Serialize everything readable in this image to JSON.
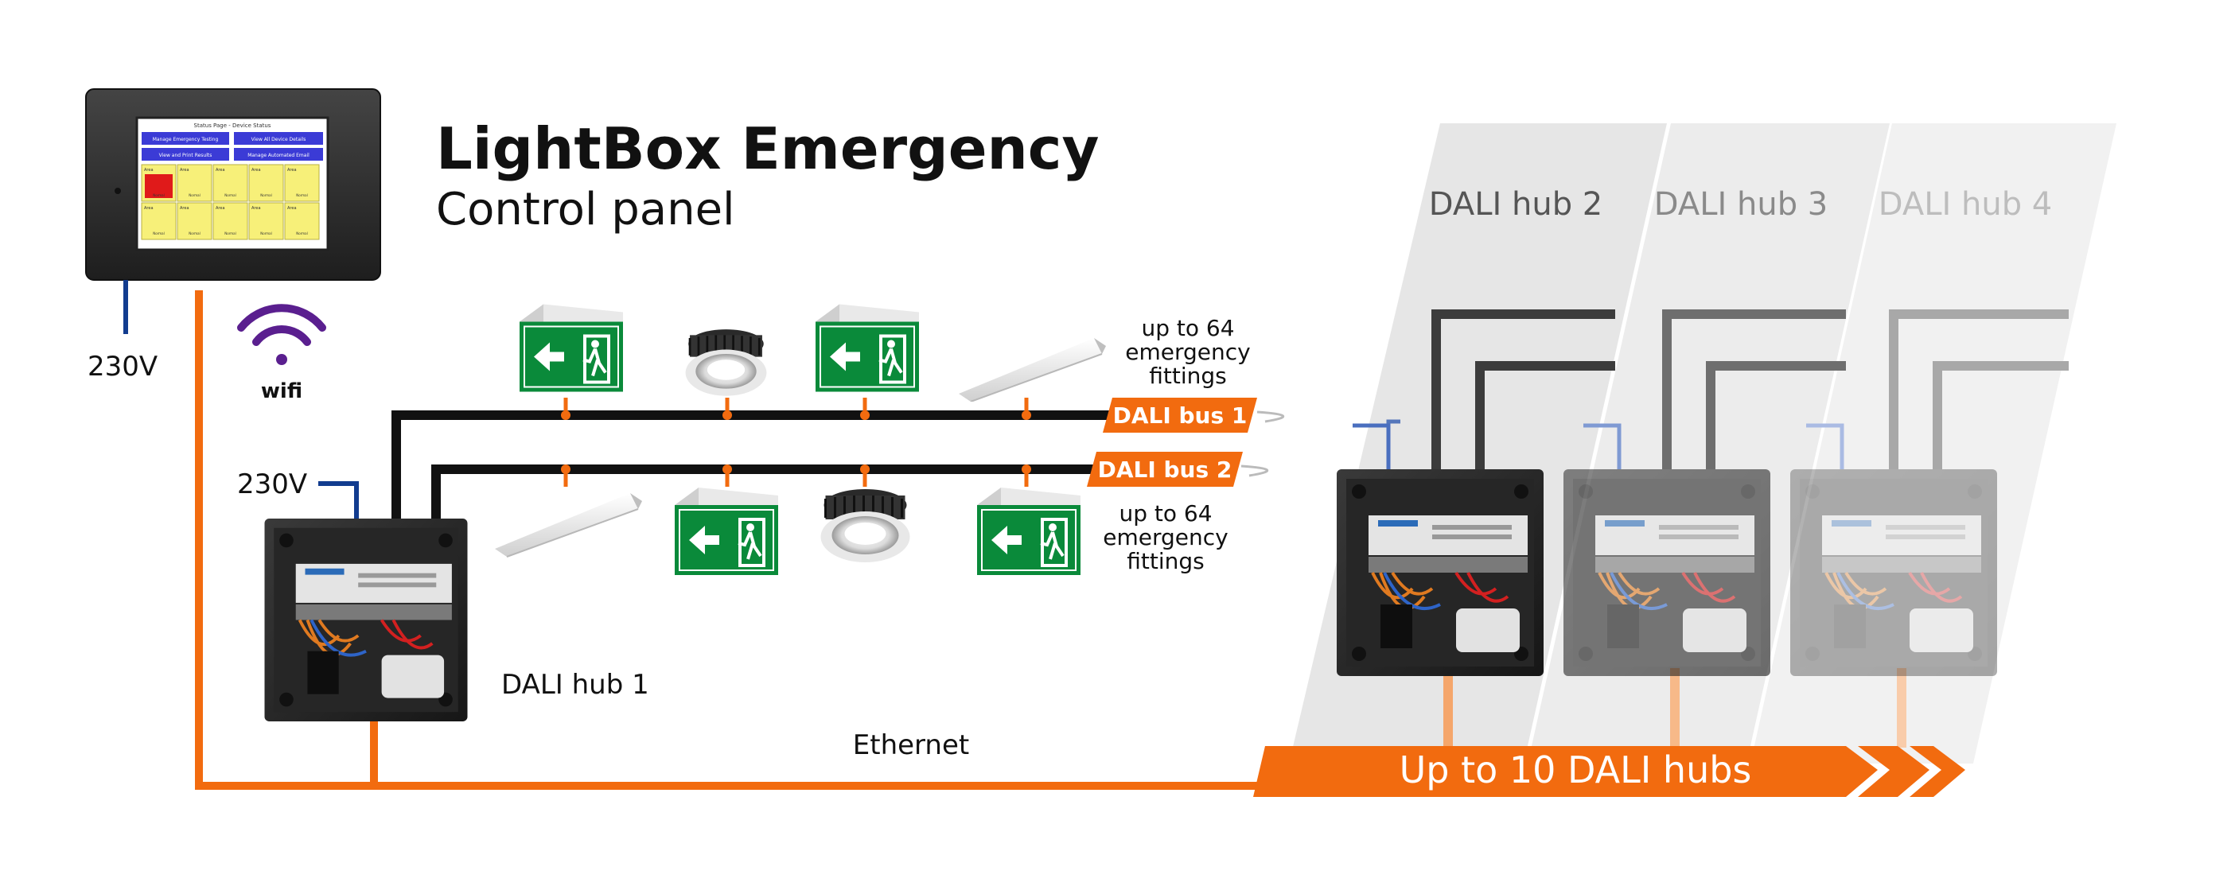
{
  "title": {
    "main": "LightBox Emergency",
    "sub": "Control panel"
  },
  "labels": {
    "power_top": "230V",
    "power_hub": "230V",
    "wifi": "wifi",
    "hub1": "DALI hub 1",
    "ethernet": "Ethernet",
    "fittings_top": [
      "up to 64",
      "emergency",
      "fittings"
    ],
    "fittings_bottom": [
      "up to 64",
      "emergency",
      "fittings"
    ]
  },
  "buses": {
    "bus1": "DALI bus 1",
    "bus2": "DALI bus 2"
  },
  "hubs": {
    "hub2": "DALI hub 2",
    "hub3": "DALI hub 3",
    "hub4": "DALI hub 4"
  },
  "banner": {
    "text": "Up to 10 DALI hubs"
  },
  "screen": {
    "header": "Status Page - Device Status",
    "buttons": [
      "Manage Emergency Testing",
      "View All Device Details",
      "View and Print Results",
      "Manage Automated Email"
    ],
    "tile_label": "Area",
    "tile_status": "Normal"
  },
  "colors": {
    "ethernet": "#f26b0f",
    "power": "#123c8f",
    "bus": "#111111",
    "exit_sign": "#0a8a3a",
    "wifi": "#5a1f8f",
    "screen_button": "#3b3bd6",
    "tile": "#f7f079",
    "alarm": "#e01a1a"
  },
  "icons": [
    "wifi-icon",
    "exit-sign-icon",
    "downlight-icon",
    "batten-light-icon",
    "hub-enclosure-icon",
    "control-panel-icon"
  ]
}
